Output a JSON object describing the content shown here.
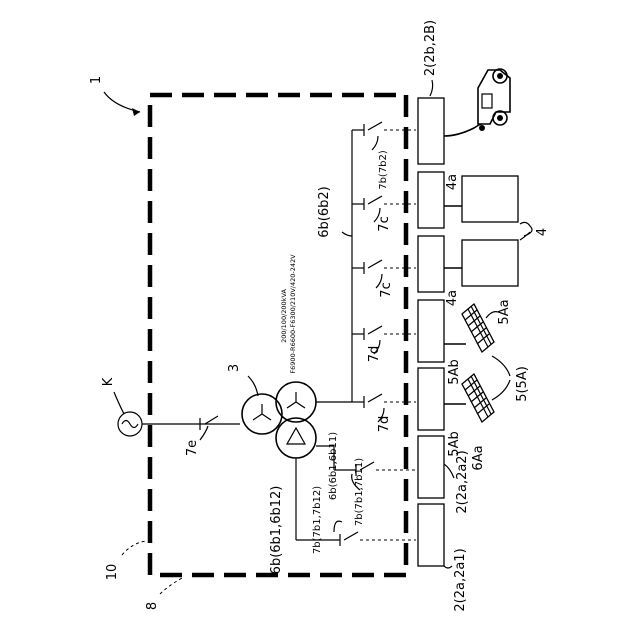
{
  "labels": {
    "system": "1",
    "network": "10",
    "boundary": "8",
    "grid": "K",
    "transformer": "3",
    "main_switch": "7e",
    "ev_top": "2(2b,2B)",
    "ev_switch": "7b(7b2)",
    "bus_b2": "6b(6b2)",
    "sw_7c_a": "7c",
    "sw_7c_b": "7c",
    "sw_7d_a": "7d",
    "sw_7d_b": "7d",
    "sw_7b1": "7b(7b1,7b11)",
    "sw_7b12": "7b(7b1,7b12)",
    "bus_b1": "6b(6b1,6b12)",
    "bus_b11": "6b(6b1,6b11)",
    "inv_4a_top": "4a",
    "inv_4a_mid": "4a",
    "battery": "4",
    "pv_5Aa": "5Aa",
    "pv_5Ab_top": "5Ab",
    "pv_5Ab_bot": "5Ab",
    "pv_group": "5(5A)",
    "pv_6Aa": "6Aa",
    "load_2a2": "2(2a,2a2)",
    "load_2a1": "2(2a,2a1)",
    "spec_line1": "200/100/200kVA",
    "spec_line2": "F6900-R6600-F6300/210V/420-242V"
  }
}
